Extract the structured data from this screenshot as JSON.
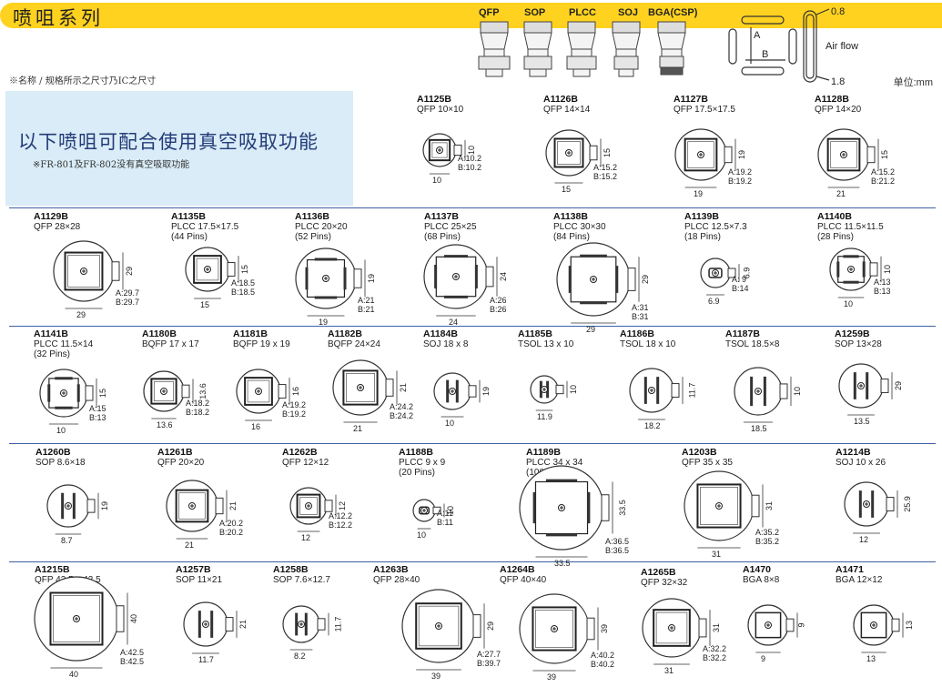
{
  "header": {
    "title": "喷咀系列",
    "types": [
      "QFP",
      "SOP",
      "PLCC",
      "SOJ",
      "BGA(CSP)"
    ],
    "diagram": {
      "a": "A",
      "b": "B",
      "airflow": "Air flow",
      "d1": "0.8",
      "d2": "1.8"
    },
    "note": "※名称 / 规格所示之尺寸乃IC之尺寸",
    "unit": "单位:mm"
  },
  "promo": {
    "heading": "以下喷咀可配合使用真空吸取功能",
    "sub": "※FR-801及FR-802没有真空吸取功能"
  },
  "colors": {
    "banner": "#ffd21f",
    "box": "#d9ecf7",
    "line": "#3d5fa8",
    "heading": "#233b78"
  },
  "nozzles": [
    {
      "code": "A1125B",
      "desc": "QFP 10×10",
      "a": "A:10.2",
      "b": "B:10.2",
      "w": "10",
      "h": "10"
    },
    {
      "code": "A1126B",
      "desc": "QFP 14×14",
      "a": "A:15.2",
      "b": "B:15.2",
      "w": "15",
      "h": "15"
    },
    {
      "code": "A1127B",
      "desc": "QFP 17.5×17.5",
      "a": "A:19.2",
      "b": "B:19.2",
      "w": "19",
      "h": "19"
    },
    {
      "code": "A1128B",
      "desc": "QFP 14×20",
      "a": "A:15.2",
      "b": "B:21.2",
      "w": "21",
      "h": "15"
    },
    {
      "code": "A1129B",
      "desc": "QFP 28×28",
      "a": "A:29.7",
      "b": "B:29.7",
      "w": "29",
      "h": "29"
    },
    {
      "code": "A1135B",
      "desc": "PLCC 17.5×17.5\n(44 Pins)",
      "a": "A:18.5",
      "b": "B:18.5",
      "w": "15",
      "h": "15"
    },
    {
      "code": "A1136B",
      "desc": "PLCC 20×20\n(52 Pins)",
      "a": "A:21",
      "b": "B:21",
      "w": "19",
      "h": "19"
    },
    {
      "code": "A1137B",
      "desc": "PLCC 25×25\n(68 Pins)",
      "a": "A:26",
      "b": "B:26",
      "w": "24",
      "h": "24"
    },
    {
      "code": "A1138B",
      "desc": "PLCC 30×30\n(84 Pins)",
      "a": "A:31",
      "b": "B:31",
      "w": "29",
      "h": "29"
    },
    {
      "code": "A1139B",
      "desc": "PLCC 12.5×7.3\n(18 Pins)",
      "a": "A:  9",
      "b": "B:14",
      "w": "6.9",
      "h": "6.9"
    },
    {
      "code": "A1140B",
      "desc": "PLCC 11.5×11.5\n(28 Pins)",
      "a": "A:13",
      "b": "B:13",
      "w": "10",
      "h": "10"
    },
    {
      "code": "A1141B",
      "desc": "PLCC 11.5×14\n(32 Pins)",
      "a": "A:15",
      "b": "B:13",
      "w": "10",
      "h": "15"
    },
    {
      "code": "A1180B",
      "desc": "BQFP 17 x 17",
      "a": "A:18.2",
      "b": "B:18.2",
      "w": "13.6",
      "h": "13.6"
    },
    {
      "code": "A1181B",
      "desc": "BQFP 19 x 19",
      "a": "A:19.2",
      "b": "B:19.2",
      "w": "16",
      "h": "16"
    },
    {
      "code": "A1182B",
      "desc": "BQFP 24×24",
      "a": "A:24.2",
      "b": "B:24.2",
      "w": "21",
      "h": "21"
    },
    {
      "code": "A1184B",
      "desc": "SOJ 18 x 8",
      "a": "",
      "b": "",
      "w": "10",
      "h": "19"
    },
    {
      "code": "A1185B",
      "desc": "TSOL 13 x 10",
      "a": "",
      "b": "",
      "w": "11.9",
      "h": "10"
    },
    {
      "code": "A1186B",
      "desc": "TSOL 18 x 10",
      "a": "",
      "b": "",
      "w": "18.2",
      "h": "11.7"
    },
    {
      "code": "A1187B",
      "desc": "TSOL 18.5×8",
      "a": "",
      "b": "",
      "w": "18.5",
      "h": "10"
    },
    {
      "code": "A1259B",
      "desc": "SOP 13×28",
      "a": "",
      "b": "",
      "w": "13.5",
      "h": "29"
    },
    {
      "code": "A1260B",
      "desc": "SOP 8.6×18",
      "a": "",
      "b": "",
      "w": "8.7",
      "h": "19"
    },
    {
      "code": "A1261B",
      "desc": "QFP 20×20",
      "a": "A:20.2",
      "b": "B:20.2",
      "w": "21",
      "h": "21"
    },
    {
      "code": "A1262B",
      "desc": "QFP 12×12",
      "a": "A:12.2",
      "b": "B:12.2",
      "w": "12",
      "h": "12"
    },
    {
      "code": "A1188B",
      "desc": "PLCC 9 x 9\n(20 Pins)",
      "a": "A:11",
      "b": "B:11",
      "w": "10",
      "h": "10"
    },
    {
      "code": "A1189B",
      "desc": "PLCC 34 x 34\n(100 Pins)",
      "a": "A:36.5",
      "b": "B:36.5",
      "w": "33.5",
      "h": "33.5"
    },
    {
      "code": "A1203B",
      "desc": "QFP 35 x 35",
      "a": "A:35.2",
      "b": "B:35.2",
      "w": "31",
      "h": "31"
    },
    {
      "code": "A1214B",
      "desc": "SOJ 10 x 26",
      "a": "",
      "b": "",
      "w": "12",
      "h": "25.9"
    },
    {
      "code": "A1215B",
      "desc": "QFP 42.5 x 42.5",
      "a": "A:42.5",
      "b": "B:42.5",
      "w": "40",
      "h": "40"
    },
    {
      "code": "A1257B",
      "desc": "SOP 11×21",
      "a": "",
      "b": "",
      "w": "11.7",
      "h": "21"
    },
    {
      "code": "A1258B",
      "desc": "SOP 7.6×12.7",
      "a": "",
      "b": "",
      "w": "8.2",
      "h": "11.7"
    },
    {
      "code": "A1263B",
      "desc": "QFP 28×40",
      "a": "A:27.7",
      "b": "B:39.7",
      "w": "39",
      "h": "29"
    },
    {
      "code": "A1264B",
      "desc": "QFP 40×40",
      "a": "A:40.2",
      "b": "B:40.2",
      "w": "39",
      "h": "39"
    },
    {
      "code": "A1265B",
      "desc": "QFP 32×32",
      "a": "A:32.2",
      "b": "B:32.2",
      "w": "31",
      "h": "31"
    },
    {
      "code": "A1470",
      "desc": "BGA 8×8",
      "a": "",
      "b": "",
      "w": "9",
      "h": "9"
    },
    {
      "code": "A1471",
      "desc": "BGA 12×12",
      "a": "",
      "b": "",
      "w": "13",
      "h": "13"
    }
  ]
}
